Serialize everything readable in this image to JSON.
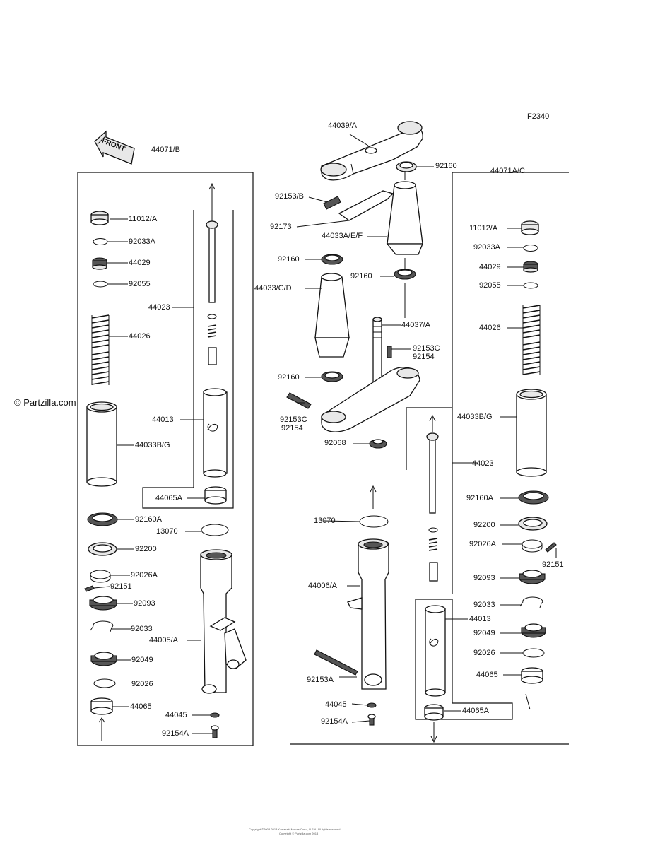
{
  "diagram_id": "F2340",
  "watermark": "© Partzilla.com",
  "front_badge": "FRONT",
  "footer": {
    "line1": "Copyright ©2003-2018 Kawasaki Motors Corp., U.S.A. All rights reserved.",
    "line2": "Copyright © Partzilla.com 2018"
  },
  "labels": {
    "l44071B": "44071/B",
    "l44071AC": "44071A/C",
    "l44039": "44039/A",
    "l92160a": "92160",
    "l92153B": "92153/B",
    "l92173": "92173",
    "l44033AEF": "44033A/E/F",
    "l92160b": "92160",
    "l92160c": "92160",
    "l44033CD": "44033/C/D",
    "l44037": "44037/A",
    "l92153C_1": "92153C",
    "l92154_1": "92154",
    "l92160d": "92160",
    "l92153C_2": "92153C",
    "l92154_2": "92154",
    "l92068": "92068",
    "L_11012": "11012/A",
    "L_92033A": "92033A",
    "L_44029": "44029",
    "L_92055": "92055",
    "L_44023": "44023",
    "L_44026": "44026",
    "L_44013": "44013",
    "L_44033BG": "44033B/G",
    "L_44065A": "44065A",
    "L_92160A": "92160A",
    "L_13070": "13070",
    "L_92200": "92200",
    "L_92026A": "92026A",
    "L_92151": "92151",
    "L_92093": "92093",
    "L_92033": "92033",
    "L_44005": "44005/A",
    "L_92049": "92049",
    "L_92026": "92026",
    "L_44065": "44065",
    "L_44045": "44045",
    "L_92154A": "92154A",
    "R_11012": "11012/A",
    "R_92033A": "92033A",
    "R_44029": "44029",
    "R_92055": "92055",
    "R_44026": "44026",
    "R_44033BG": "44033B/G",
    "R_44023": "44023",
    "R_92160A": "92160A",
    "R_92200": "92200",
    "R_92026A": "92026A",
    "R_92151": "92151",
    "R_92093": "92093",
    "R_92033": "92033",
    "R_44013": "44013",
    "R_92049": "92049",
    "R_92026": "92026",
    "R_44065": "44065",
    "R_44065A": "44065A",
    "C_13070": "13070",
    "C_44006": "44006/A",
    "C_92153A": "92153A",
    "C_44045": "44045",
    "C_92154A": "92154A"
  }
}
